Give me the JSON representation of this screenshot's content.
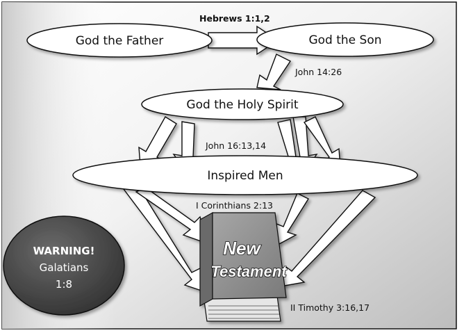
{
  "nodes": {
    "father": "God the Father",
    "son": "God the Son",
    "spirit": "God the Holy Spirit",
    "men": "Inspired Men"
  },
  "references": {
    "hebrews": "Hebrews 1:1,2",
    "john_14": "John 14:26",
    "john_16": "John 16:13,14",
    "corinthians": "I Corinthians 2:13",
    "timothy": "II Timothy 3:16,17"
  },
  "book": {
    "line1": "New",
    "line2": "Testament"
  },
  "warning": {
    "line1": "WARNING!",
    "line2": "Galatians",
    "line3": "1:8"
  },
  "colors": {
    "background_light": "#ffffff",
    "background_dark": "#c8c8c8",
    "warning_fill": "#4a4a4a",
    "book_front": "#8e8e8e",
    "book_side": "#6b6b6b",
    "book_pages": "#dcdcdc"
  }
}
